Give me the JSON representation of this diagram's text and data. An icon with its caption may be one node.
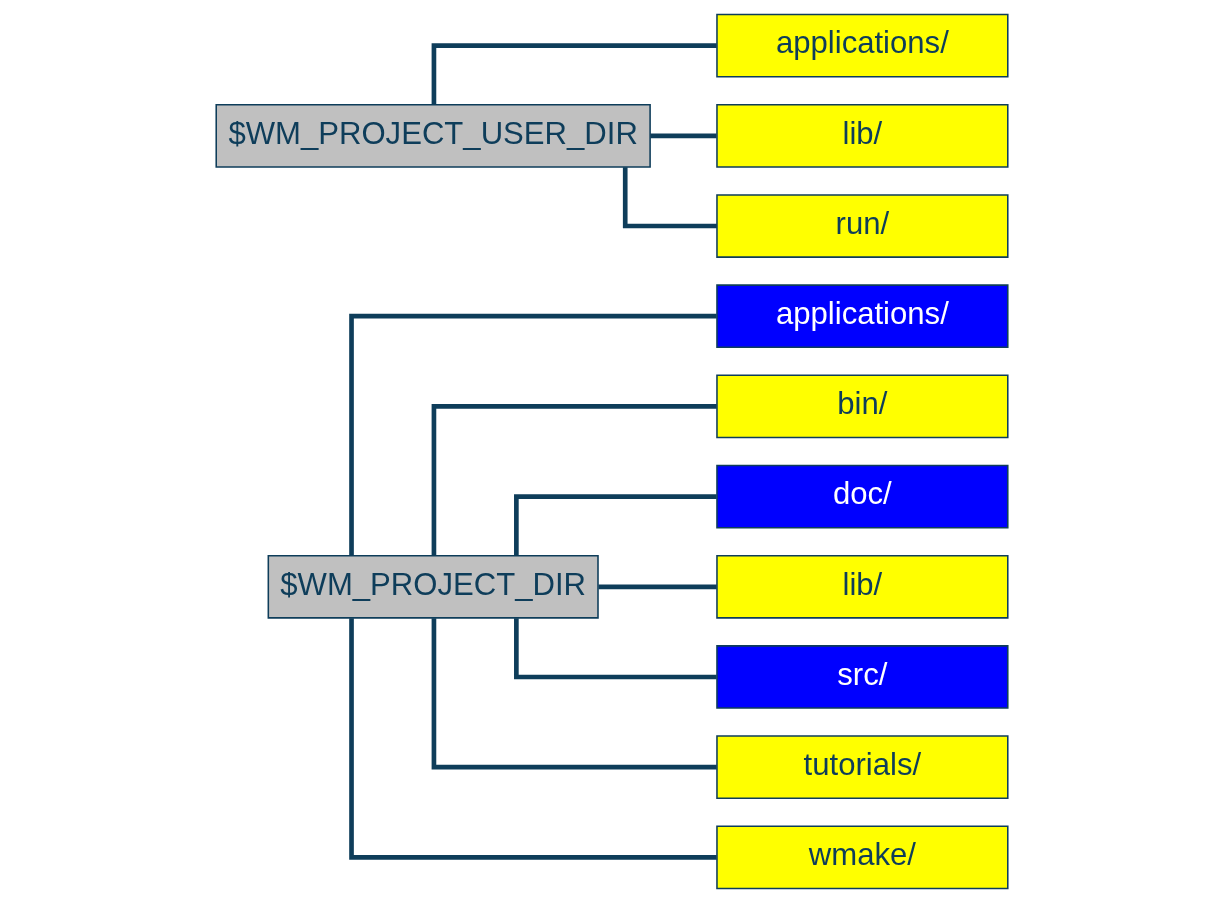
{
  "diagram": {
    "nodes": [
      {
        "text": [
          "$WM_PROJECT_DIR"
        ]
      },
      {
        "text": [
          "applications/"
        ]
      },
      {
        "text": [
          "bin/"
        ]
      },
      {
        "text": [
          "doc/"
        ]
      },
      {
        "text": [
          "lib/"
        ]
      },
      {
        "text": [
          "src/"
        ]
      },
      {
        "text": [
          "tutorials/"
        ]
      },
      {
        "text": [
          "wmake/"
        ]
      },
      {
        "text": [
          "$WM_PROJECT_USER_DIR"
        ]
      },
      {
        "text": [
          "applications/"
        ]
      },
      {
        "text": [
          "lib/"
        ]
      },
      {
        "text": [
          "run/"
        ]
      }
    ],
    "edges": [
      {
        "from": 0,
        "to": 1,
        "arrow": "none"
      },
      {
        "from": 0,
        "to": 2,
        "arrow": "none"
      },
      {
        "from": 0,
        "to": 3,
        "arrow": "none"
      },
      {
        "from": 0,
        "to": 4,
        "arrow": "none"
      },
      {
        "from": 0,
        "to": 5,
        "arrow": "none"
      },
      {
        "from": 0,
        "to": 6,
        "arrow": "none"
      },
      {
        "from": 0,
        "to": 7,
        "arrow": "none"
      },
      {
        "from": 8,
        "to": 9,
        "arrow": "none"
      },
      {
        "from": 8,
        "to": 10,
        "arrow": "none"
      },
      {
        "from": 8,
        "to": 11,
        "arrow": "none"
      }
    ]
  }
}
